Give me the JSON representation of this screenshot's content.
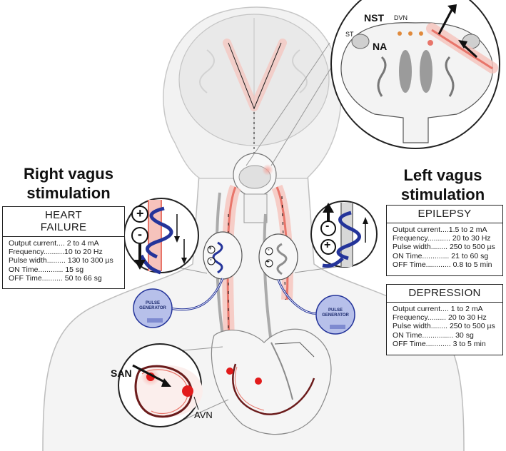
{
  "headings": {
    "right": "Right vagus\nstimulation",
    "left": "Left vagus\nstimulation"
  },
  "heart_failure": {
    "title_line1": "HEART",
    "title_line2": "FAILURE",
    "rows": [
      "Output current.... 2 to 4 mA",
      "Frequency..........10 to 20 Hz",
      "Pulse width......... 130 to 300 µs",
      "ON Time............ 15 sg",
      "OFF Time.......... 50 to 66 sg"
    ]
  },
  "epilepsy": {
    "title": "EPILEPSY",
    "rows": [
      "Output current....1.5 to 2 mA",
      "Frequency........... 20 to 30 Hz",
      "Pulse width........ 250 to 500 µs",
      "ON Time............. 21 to 60 sg",
      "OFF Time............ 0.8 to 5 min"
    ]
  },
  "depression": {
    "title": "DEPRESSION",
    "rows": [
      "Output current.... 1 to 2 mA",
      "Frequency......... 20 to 30 Hz",
      "Pulse width........ 250 to 500 µs",
      "ON Time............... 30 sg",
      "OFF Time............ 3 to 5 min"
    ]
  },
  "anatomy_labels": {
    "nst": "NST",
    "dvn": "DVN",
    "st": "ST",
    "na": "NA",
    "san": "SAN",
    "avn": "AVN"
  },
  "pulse_generator": {
    "left_line1": "PULSE",
    "left_line2": "GENERATOR",
    "right_line1": "PULSE",
    "right_line2": "GENERATOR"
  },
  "electrode_signs": {
    "plus": "+",
    "minus": "-"
  },
  "colors": {
    "nerve_red": "#e8756a",
    "nerve_pink": "#f6c3bc",
    "electrode_blue": "#24349a",
    "generator_fill": "#b7c0ea",
    "outline_grey": "#9a9a9a"
  }
}
